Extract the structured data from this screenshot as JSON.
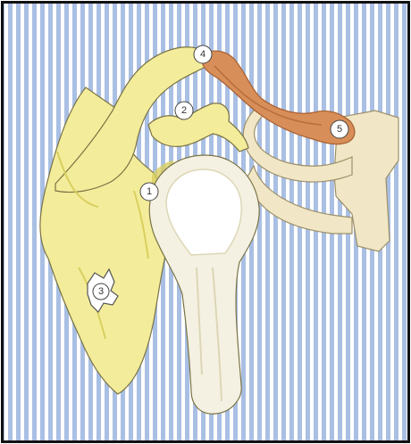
{
  "colors": {
    "background": "#ffffff",
    "stripe": "#a9bfe3",
    "border": "#111111",
    "scapula": "#f3ec9a",
    "scapula_dark": "#d9cf5f",
    "humerus": "#f4f1e2",
    "humerus_shade": "#ddd6b6",
    "clavicle": "#d88e58",
    "clavicle_dark": "#a86032",
    "sternum": "#f1e7c6",
    "sternum_edge": "#9c8f68",
    "outline": "#7a7346"
  },
  "markers": [
    {
      "id": "marker-1",
      "label": "1"
    },
    {
      "id": "marker-2",
      "label": "2"
    },
    {
      "id": "marker-3",
      "label": "3"
    },
    {
      "id": "marker-4",
      "label": "4"
    },
    {
      "id": "marker-5",
      "label": "5"
    }
  ]
}
